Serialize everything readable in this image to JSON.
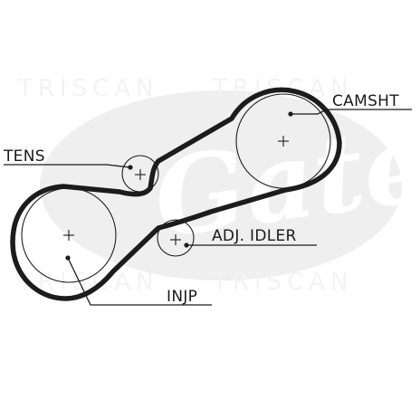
{
  "diagram": {
    "labels": {
      "camshaft": "CAMSHT",
      "tensioner": "TENS",
      "adjustable_idler": "ADJ. IDLER",
      "injection_pump": "INJP"
    },
    "watermark": {
      "logo_text": "Gates",
      "repeated_text": "TRISCAN"
    },
    "colors": {
      "belt": "#1c1c1c",
      "watermark": "#efefef",
      "background": "#ffffff"
    }
  }
}
